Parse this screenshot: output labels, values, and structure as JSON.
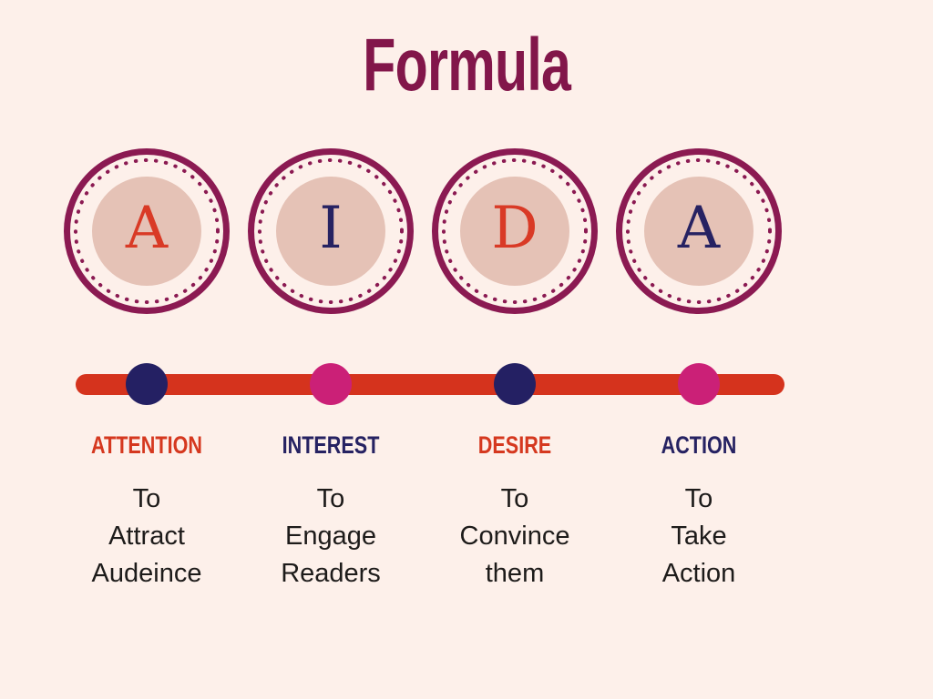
{
  "title": "Formula",
  "colors": {
    "background": "#FDF0EA",
    "title": "#82164A",
    "ring_maroon": "#8B1A52",
    "inner_circle_pink": "#E5C2B6",
    "bar_red": "#D5331D",
    "accent_red": "#D5381F",
    "accent_navy": "#262262",
    "accent_pink": "#CB2077",
    "body_text": "#1D1B1A"
  },
  "steps": [
    {
      "letter": "A",
      "letter_color": "#D93A26",
      "label": "ATTENTION",
      "label_color": "#D5381F",
      "dot_color": "#242063",
      "description": [
        "To",
        "Attract",
        "Audeince"
      ]
    },
    {
      "letter": "I",
      "letter_color": "#262262",
      "label": "INTEREST",
      "label_color": "#262262",
      "dot_color": "#CB2077",
      "description": [
        "To",
        "Engage",
        "Readers"
      ]
    },
    {
      "letter": "D",
      "letter_color": "#D93A26",
      "label": "DESIRE",
      "label_color": "#D5381F",
      "dot_color": "#242063",
      "description": [
        "To",
        "Convince",
        "them"
      ]
    },
    {
      "letter": "A",
      "letter_color": "#262262",
      "label": "ACTION",
      "label_color": "#262262",
      "dot_color": "#CB2077",
      "description": [
        "To",
        "Take",
        "Action"
      ]
    }
  ]
}
